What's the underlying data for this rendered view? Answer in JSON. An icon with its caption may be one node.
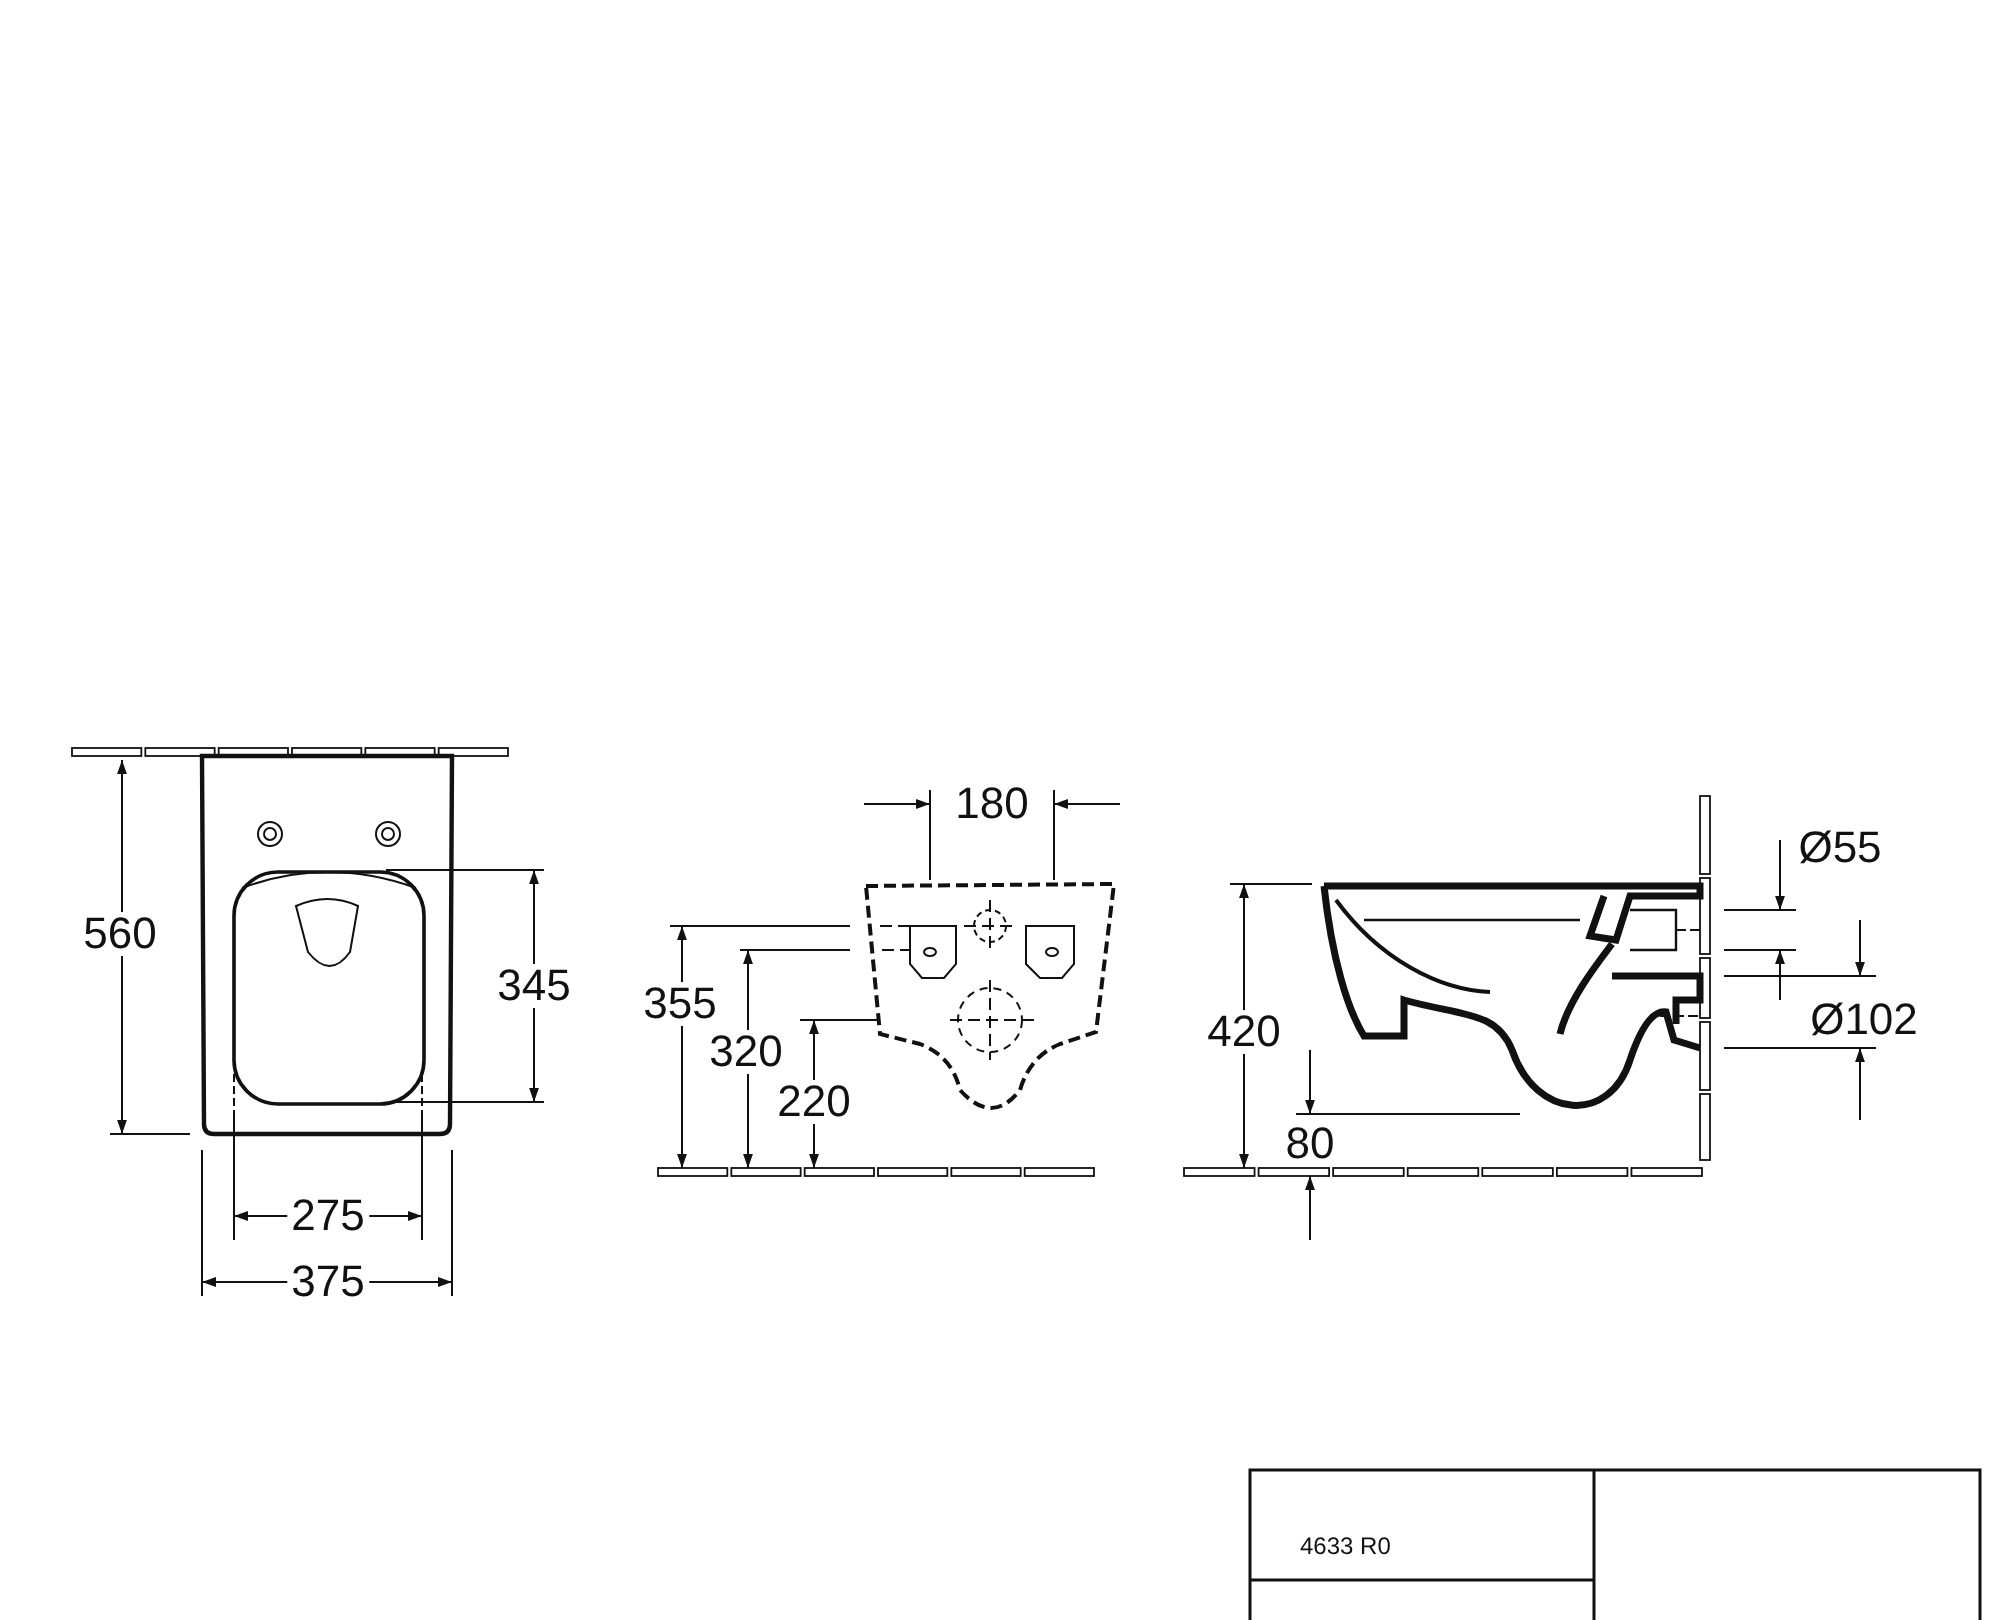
{
  "diagram": {
    "labels": [
      "560",
      "345",
      "275",
      "375",
      "180",
      "355",
      "320",
      "220",
      "420",
      "80",
      "Ø55",
      "Ø102",
      "4633 R0"
    ]
  }
}
